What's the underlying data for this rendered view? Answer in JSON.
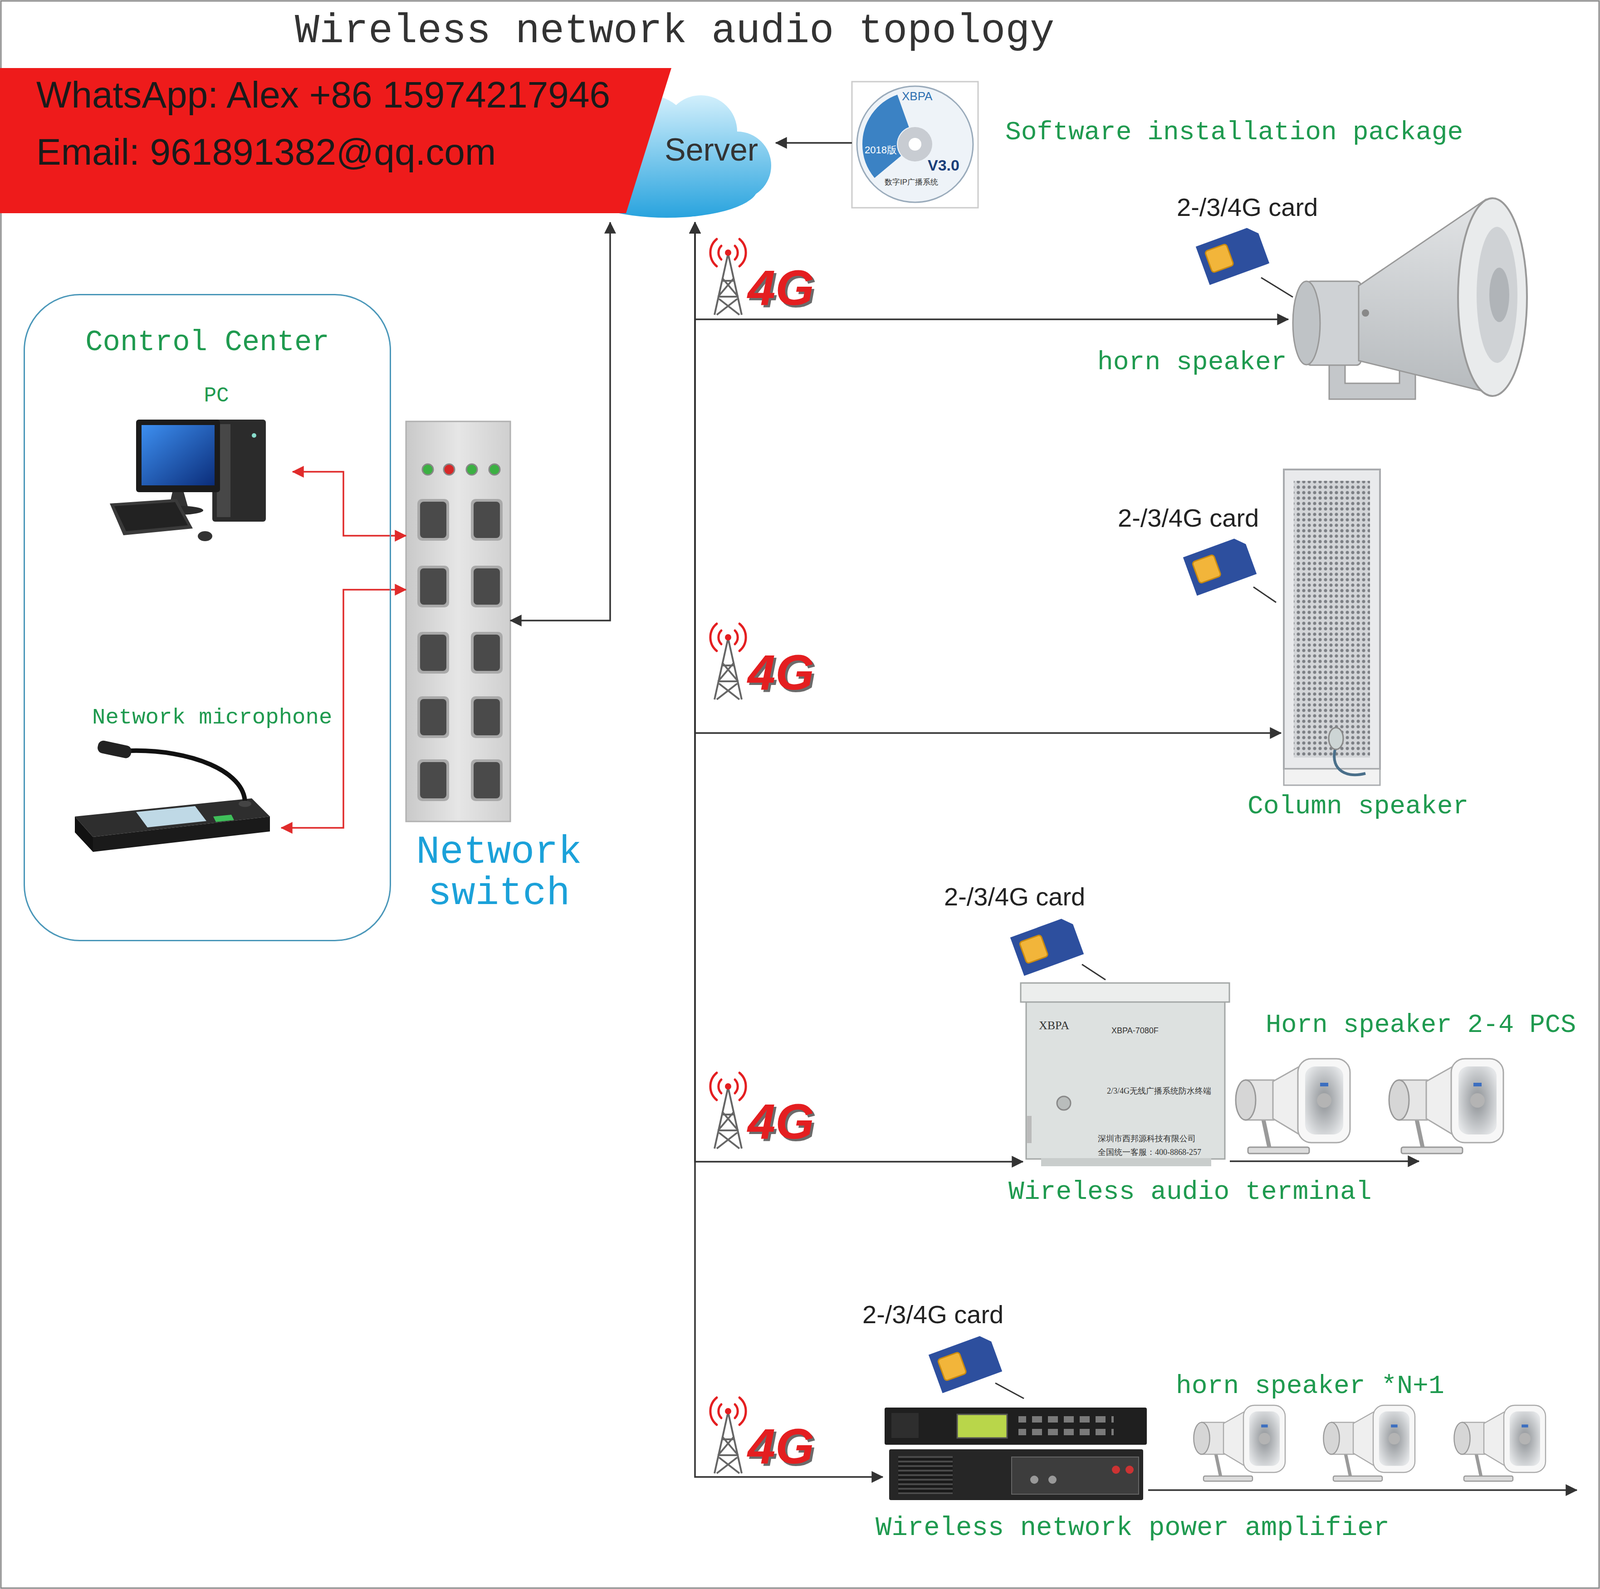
{
  "diagram": {
    "title": "Wireless network audio topology",
    "nodes": [
      {
        "text": [
          "Control Center"
        ]
      },
      {
        "text": [
          "PC"
        ],
        "in": 0
      },
      {
        "text": [
          "Network microphone"
        ],
        "in": 0
      },
      {
        "text": [
          "Network switch"
        ]
      },
      {
        "text": [
          "Server"
        ]
      },
      {
        "text": [
          "Software installation package"
        ]
      },
      {
        "text": [
          "horn speaker"
        ]
      },
      {
        "text": [
          "Column speaker"
        ]
      },
      {
        "text": [
          "Wireless audio terminal"
        ]
      },
      {
        "text": [
          "Horn speaker 2-4 PCS"
        ]
      },
      {
        "text": [
          "Wireless network power amplifier"
        ]
      },
      {
        "text": [
          "horn speaker *N+1"
        ]
      }
    ],
    "edges": [
      {
        "from": 1,
        "to": 3,
        "arrow": "both"
      },
      {
        "from": 2,
        "to": 3,
        "arrow": "both"
      },
      {
        "from": 3,
        "to": 4,
        "arrow": "both"
      },
      {
        "from": 5,
        "to": 4,
        "arrow": "to"
      },
      {
        "from": 4,
        "to": 6,
        "arrow": "both"
      },
      {
        "from": 4,
        "to": 7,
        "arrow": "both"
      },
      {
        "from": 4,
        "to": 8,
        "arrow": "both"
      },
      {
        "from": 4,
        "to": 10,
        "arrow": "both"
      },
      {
        "from": 8,
        "to": 9,
        "arrow": "to"
      },
      {
        "from": 10,
        "to": 11,
        "arrow": "to"
      }
    ],
    "labels": [
      "WhatsApp: Alex +86 15974217946",
      "Email: 961891382@qq.com",
      "XBPA",
      "2018版",
      "数字IP广播系统",
      "V3.0",
      "2-/3/4G card",
      "4G",
      "2-/3/4G card",
      "4G",
      "2-/3/4G card",
      "XBPA",
      "XBPA-7080F",
      "2/3/4G无线广播系统防水终端",
      "4G",
      "深圳市西邦源科技有限公司",
      "全国统一客服：400-8868-257",
      "2-/3/4G card",
      "4G"
    ]
  }
}
